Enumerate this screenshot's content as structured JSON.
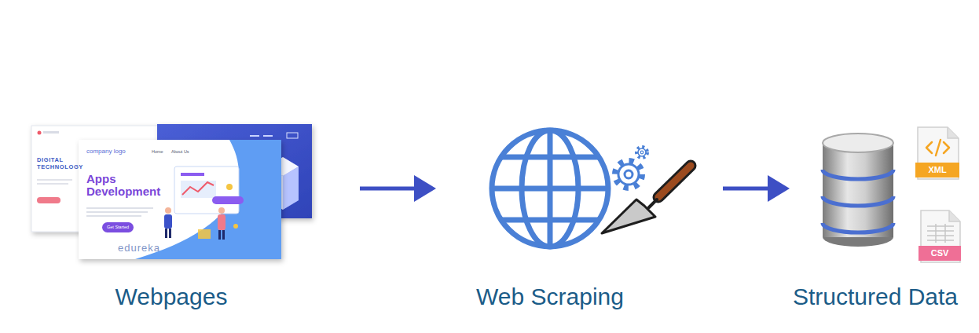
{
  "diagram": {
    "nodes": [
      {
        "text": [
          "Webpages"
        ]
      },
      {
        "text": [
          "Web Scraping"
        ]
      },
      {
        "text": [
          "Structured Data"
        ]
      }
    ],
    "edges": [
      {
        "from": 0,
        "to": 1,
        "arrow": "to"
      },
      {
        "from": 1,
        "to": 2,
        "arrow": "to"
      }
    ],
    "labels": [
      "DIGITAL TECHNOLOGY",
      "company logo",
      "Home",
      "About Us",
      "Apps Development",
      "Get Started",
      "edureka",
      "XML",
      "CSV"
    ]
  }
}
